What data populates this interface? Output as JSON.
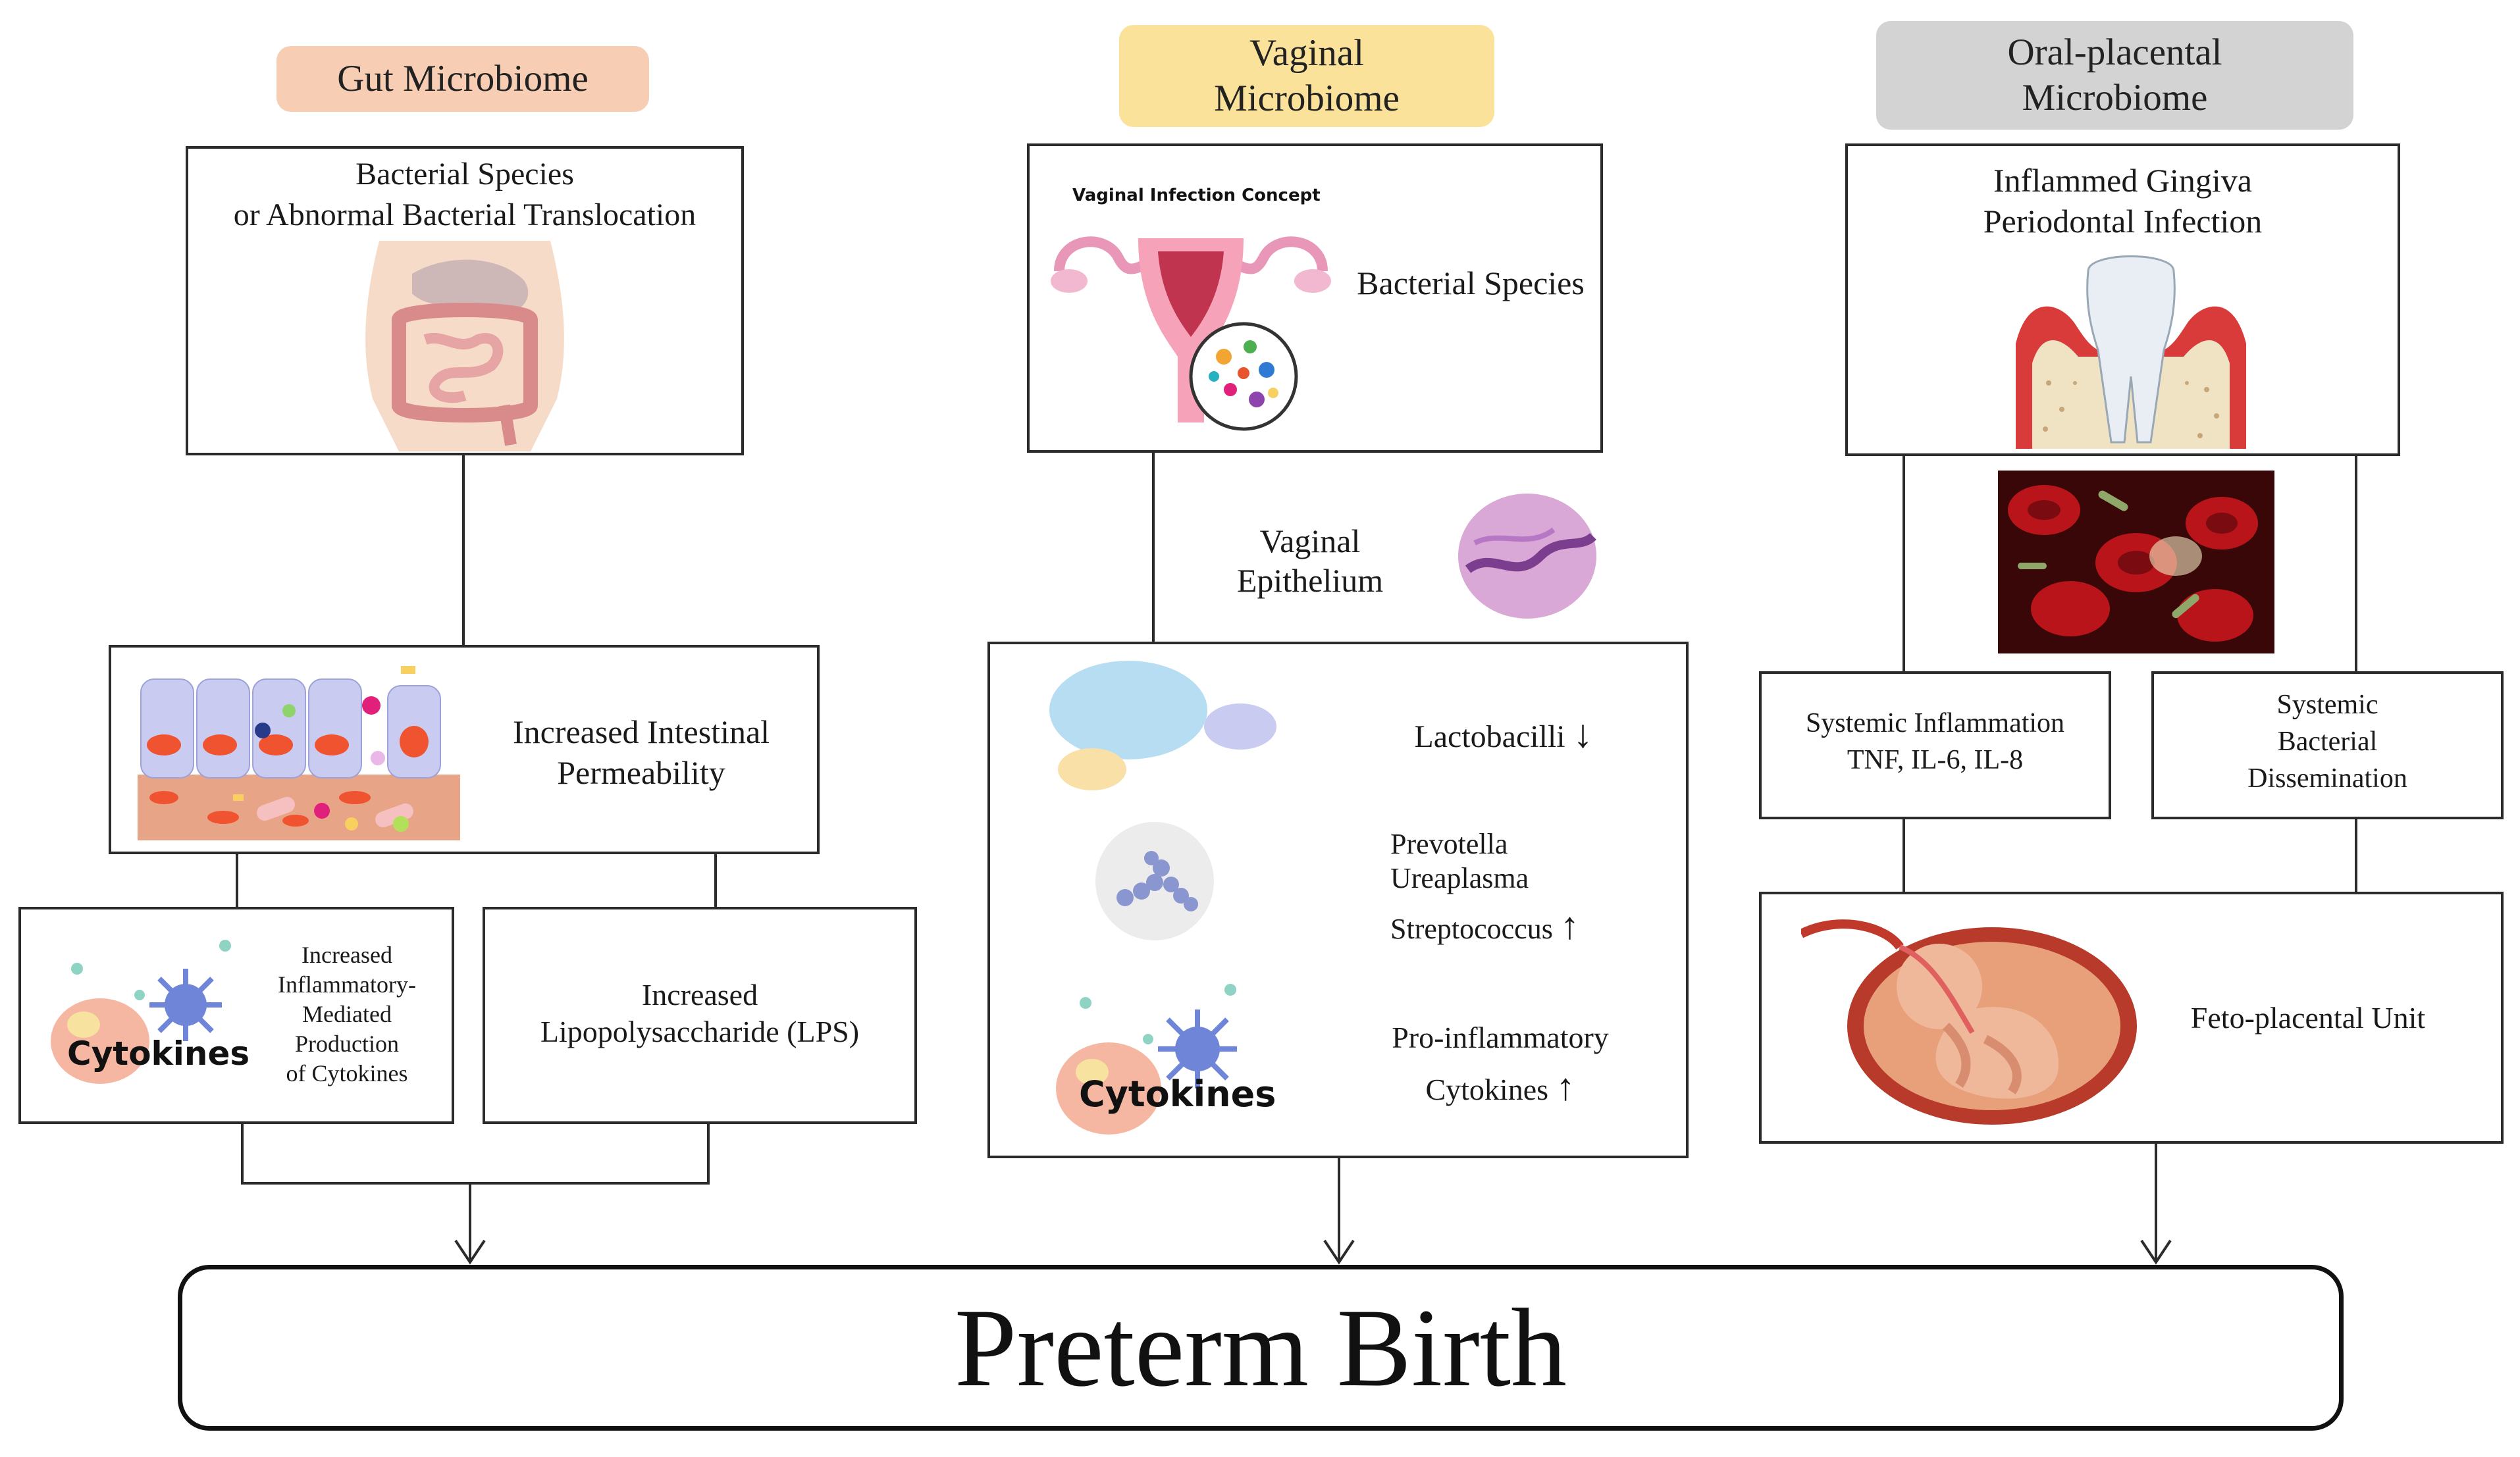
{
  "gut": {
    "header": "Gut Microbiome",
    "top_line1": "Bacterial Species",
    "top_line2": "or Abnormal Bacterial Translocation",
    "permeability_line1": "Increased Intestinal",
    "permeability_line2": "Permeability",
    "cytokines_image_label": "Cytokines",
    "inflam_line1": "Increased",
    "inflam_line2": "Inflammatory-",
    "inflam_line3": "Mediated",
    "inflam_line4": "Production",
    "inflam_line5": "of Cytokines",
    "lps_line1": "Increased",
    "lps_line2": "Lipopolysaccharide (LPS)"
  },
  "vaginal": {
    "header_line1": "Vaginal",
    "header_line2": "Microbiome",
    "infection_caption": "Vaginal Infection Concept",
    "bacterial_species": "Bacterial Species",
    "epithelium_line1": "Vaginal",
    "epithelium_line2": "Epithelium",
    "lactobacilli": "Lactobacilli",
    "down_arrow": "↓",
    "prevotella": "Prevotella",
    "ureaplasma": "Ureaplasma",
    "streptococcus": "Streptococcus",
    "up_arrow": "↑",
    "pro_inflam_line1": "Pro-inflammatory",
    "pro_inflam_line2": "Cytokines",
    "cytokines_image_label": "Cytokines"
  },
  "oral": {
    "header_line1": "Oral-placental",
    "header_line2": "Microbiome",
    "top_line1": "Inflammed Gingiva",
    "top_line2": "Periodontal Infection",
    "systemic_inflam_line1": "Systemic Inflammation",
    "systemic_inflam_line2": "TNF, IL-6, IL-8",
    "dissemination_line1": "Systemic",
    "dissemination_line2": "Bacterial",
    "dissemination_line3": "Dissemination",
    "feto_placental": "Feto-placental Unit"
  },
  "outcome": {
    "label": "Preterm Birth"
  },
  "colors": {
    "gut_header": "#f7cdb3",
    "vaginal_header": "#fbe29a",
    "oral_header": "#d3d3d3",
    "box_border": "#2b2b2b"
  }
}
